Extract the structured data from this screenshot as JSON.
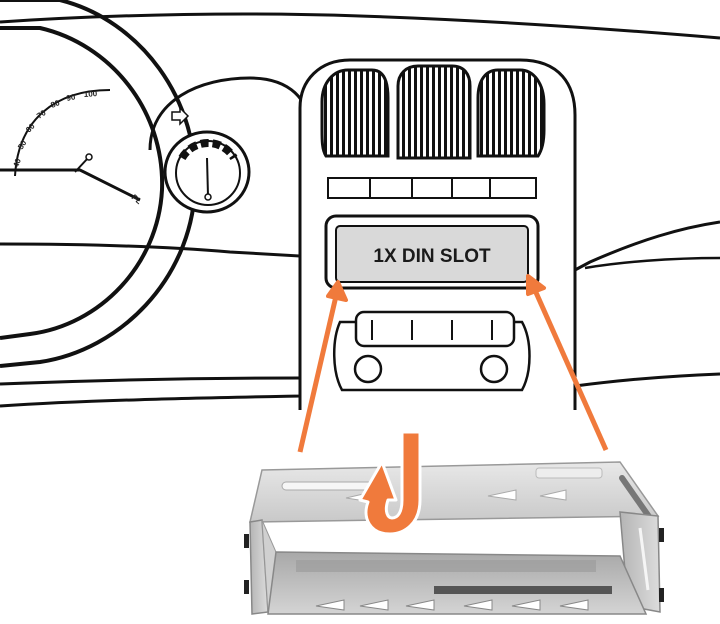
{
  "diagram": {
    "slot_label": "1X DIN SLOT",
    "speedometer_numbers": [
      "40",
      "50",
      "60",
      "70",
      "80",
      "90",
      "100"
    ],
    "speedometer_corner_label": "PL",
    "colors": {
      "arrow": "#f07a3c",
      "outline": "#111111",
      "slot_fill": "#d9d9d9",
      "cage_light": "#e6e6e6",
      "cage_mid": "#bfbfbf",
      "cage_dark": "#8c8c8c"
    },
    "icons": {
      "insert_arrows": "arrow-up",
      "bend_tabs": "curved-arrow",
      "turn_signal": "arrow-right"
    }
  }
}
